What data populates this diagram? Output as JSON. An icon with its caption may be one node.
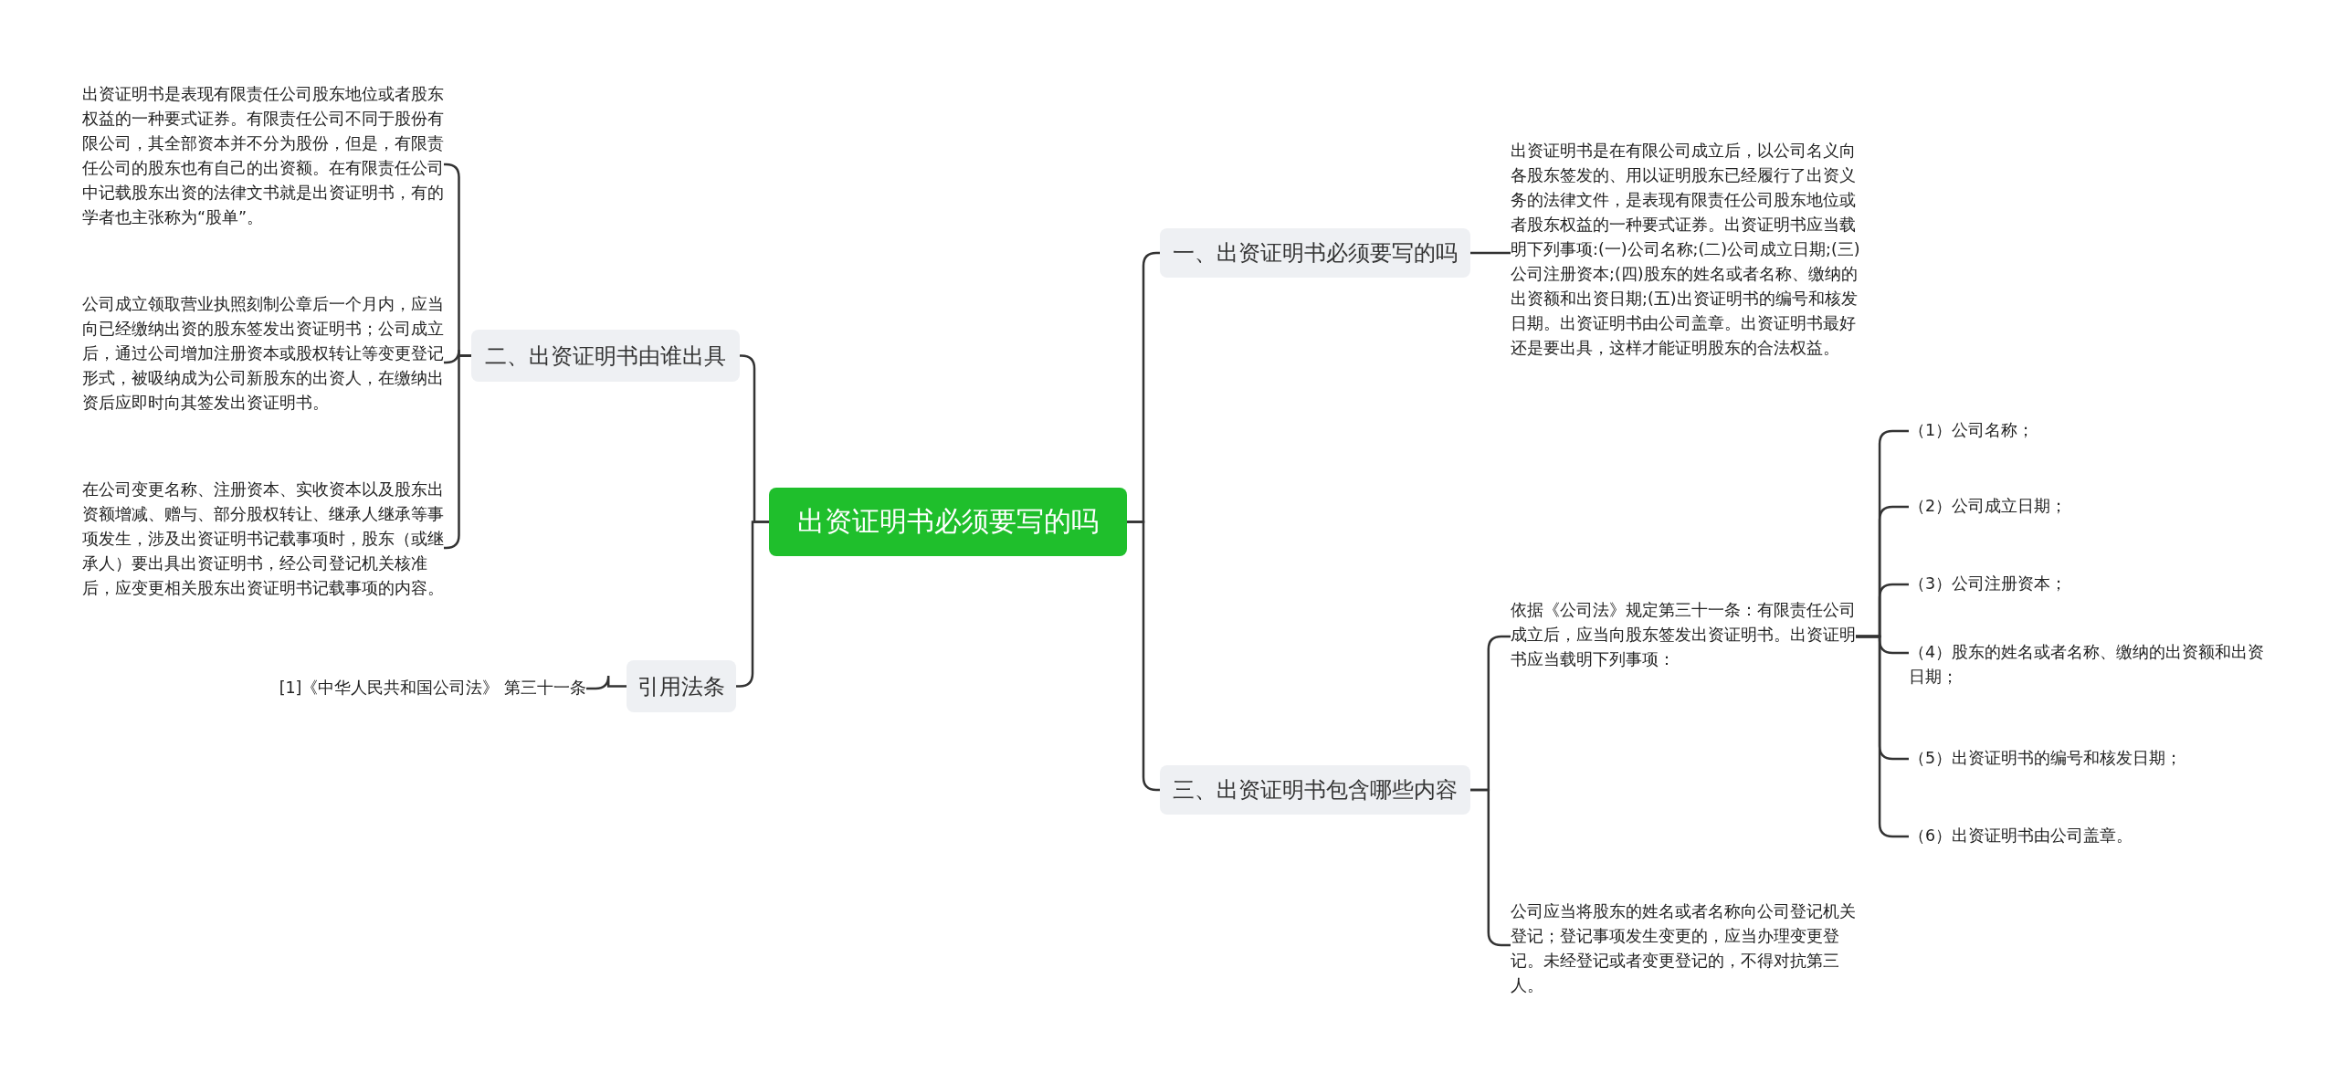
{
  "diagram": {
    "nodes": [
      {
        "text": [
          "出资证明书必须要写的吗"
        ]
      },
      {
        "text": [
          "一、出资证明书必须要写的吗"
        ]
      },
      {
        "text": [
          "出资证明书是在有限公司成立后，以公司名义向各股东签发的、用以证明股东已经履行了出资义务的法律文件，是表现有限责任公司股东地位或者股东权益的一种要式证券。出资证明书应当载明下列事项:(一)公司名称;(二)公司成立日期;(三)公司注册资本;(四)股东的姓名或者名称、缴纳的出资额和出资日期;(五)出资证明书的编号和核发日期。出资证明书由公司盖章。出资证明书最好还是要出具，这样才能证明股东的合法权益。"
        ]
      },
      {
        "text": [
          "二、出资证明书由谁出具"
        ]
      },
      {
        "text": [
          "出资证明书是表现有限责任公司股东地位或者股东权益的一种要式证券。有限责任公司不同于股份有限公司，其全部资本并不分为股份，但是，有限责任公司的股东也有自己的出资额。在有限责任公司中记载股东出资的法律文书就是出资证明书，有的学者也主张称为“股单”。"
        ]
      },
      {
        "text": [
          "公司成立领取营业执照刻制公章后一个月内，应当向已经缴纳出资的股东签发出资证明书；公司成立后，通过公司增加注册资本或股权转让等变更登记形式，被吸纳成为公司新股东的出资人，在缴纳出资后应即时向其签发出资证明书。"
        ]
      },
      {
        "text": [
          "在公司变更名称、注册资本、实收资本以及股东出资额增减、赠与、部分股权转让、继承人继承等事项发生，涉及出资证明书记载事项时，股东（或继承人）要出具出资证明书，经公司登记机关核准后，应变更相关股东出资证明书记载事项的内容。"
        ]
      },
      {
        "text": [
          "引用法条"
        ]
      },
      {
        "text": [
          "[1]《中华人民共和国公司法》 第三十一条"
        ]
      },
      {
        "text": [
          "三、出资证明书包含哪些内容"
        ]
      },
      {
        "text": [
          "依据《公司法》规定第三十一条：有限责任公司成立后，应当向股东签发出资证明书。出资证明书应当载明下列事项："
        ]
      },
      {
        "text": [
          "（1）公司名称；"
        ]
      },
      {
        "text": [
          "（2）公司成立日期；"
        ]
      },
      {
        "text": [
          "（3）公司注册资本；"
        ]
      },
      {
        "text": [
          "（4）股东的姓名或者名称、缴纳的出资额和出资日期；"
        ]
      },
      {
        "text": [
          "（5）出资证明书的编号和核发日期；"
        ]
      },
      {
        "text": [
          "（6）出资证明书由公司盖章。"
        ]
      },
      {
        "text": [
          "公司应当将股东的姓名或者名称向公司登记机关登记；登记事项发生变更的，应当办理变更登记。未经登记或者变更登记的，不得对抗第三人。"
        ]
      }
    ],
    "edges": [
      {
        "from": 0,
        "to": 1,
        "arrow": "none"
      },
      {
        "from": 0,
        "to": 3,
        "arrow": "none"
      },
      {
        "from": 0,
        "to": 7,
        "arrow": "none"
      },
      {
        "from": 0,
        "to": 9,
        "arrow": "none"
      },
      {
        "from": 1,
        "to": 2,
        "arrow": "none"
      },
      {
        "from": 3,
        "to": 4,
        "arrow": "none"
      },
      {
        "from": 3,
        "to": 5,
        "arrow": "none"
      },
      {
        "from": 3,
        "to": 6,
        "arrow": "none"
      },
      {
        "from": 7,
        "to": 8,
        "arrow": "none"
      },
      {
        "from": 9,
        "to": 10,
        "arrow": "none"
      },
      {
        "from": 9,
        "to": 17,
        "arrow": "none"
      },
      {
        "from": 10,
        "to": 11,
        "arrow": "none"
      },
      {
        "from": 10,
        "to": 12,
        "arrow": "none"
      },
      {
        "from": 10,
        "to": 13,
        "arrow": "none"
      },
      {
        "from": 10,
        "to": 14,
        "arrow": "none"
      },
      {
        "from": 10,
        "to": 15,
        "arrow": "none"
      },
      {
        "from": 10,
        "to": 16,
        "arrow": "none"
      }
    ]
  }
}
